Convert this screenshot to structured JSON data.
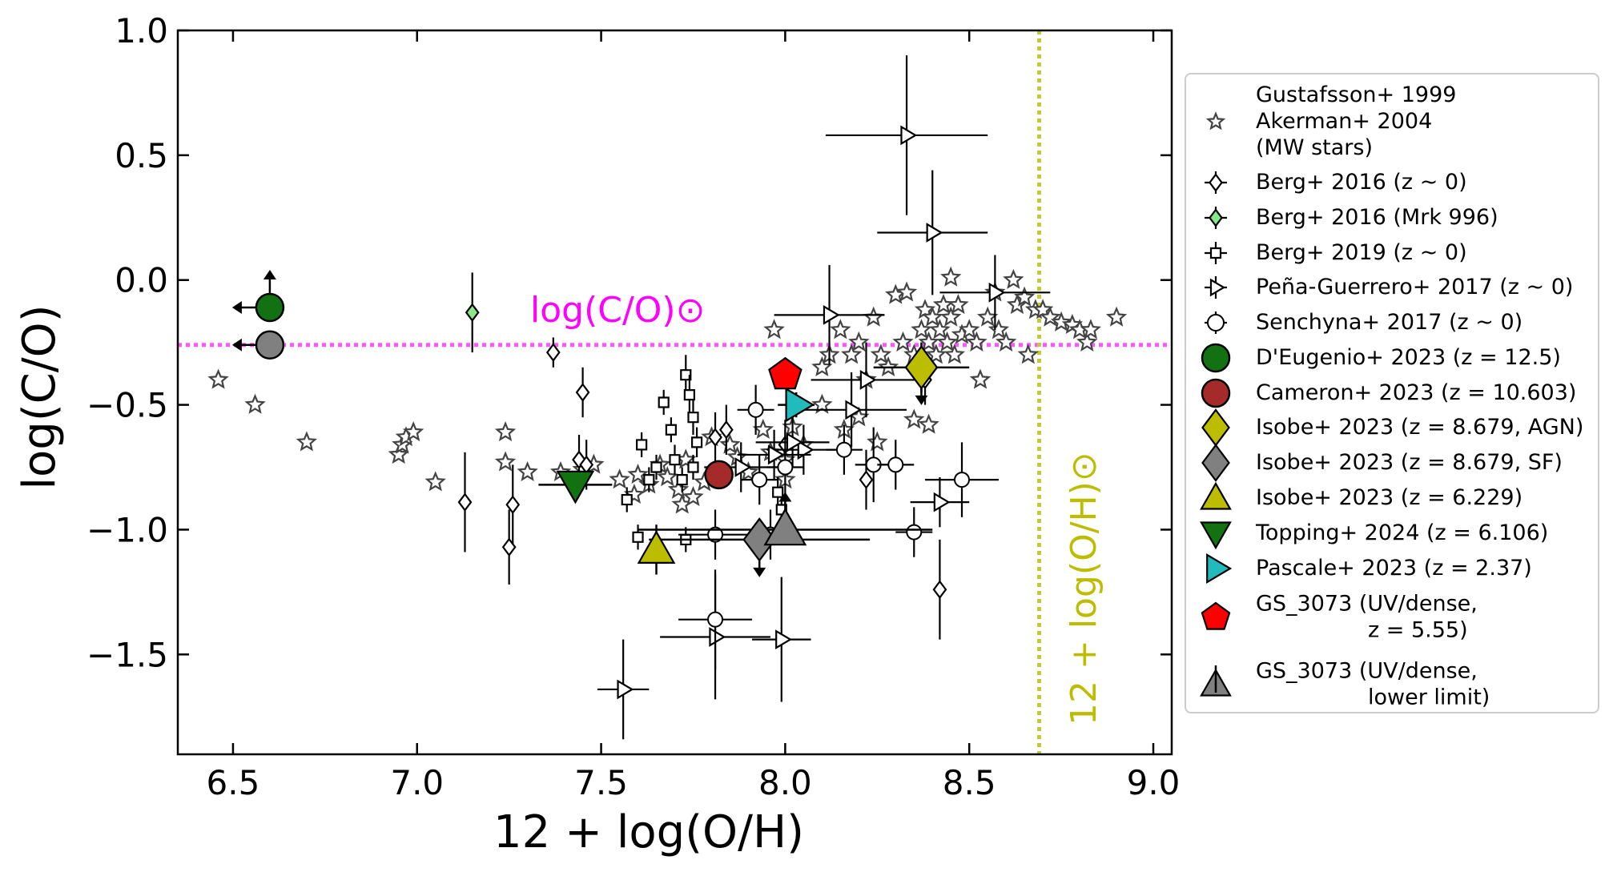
{
  "chart_data": {
    "type": "scatter",
    "xlabel": "12 + log(O/H)",
    "ylabel": "log(C/O)",
    "xlim": [
      6.35,
      9.05
    ],
    "ylim": [
      -1.9,
      1.0
    ],
    "xticks": [
      "6.5",
      "7.0",
      "7.5",
      "8.0",
      "8.5",
      "9.0"
    ],
    "xtick_values": [
      6.5,
      7.0,
      7.5,
      8.0,
      8.5,
      9.0
    ],
    "yticks": [
      "1.0",
      "0.5",
      "0.0",
      "−0.5",
      "−1.0",
      "−1.5"
    ],
    "ytick_values": [
      1.0,
      0.5,
      0.0,
      -0.5,
      -1.0,
      -1.5
    ],
    "grid": false,
    "legend_position": "outside-right",
    "reference_lines": [
      {
        "orientation": "horizontal",
        "value": -0.26,
        "label": "log(C/O)⊙",
        "color": "#ff55ff"
      },
      {
        "orientation": "vertical",
        "value": 8.69,
        "label": "12 + log(O/H)⊙",
        "color": "#c8c832"
      }
    ],
    "series": [
      {
        "name": "Gustafsson+ 1999 Akerman+ 2004 (MW stars)",
        "legend_lines": [
          "Gustafsson+ 1999",
          "Akerman+ 2004",
          "(MW stars)"
        ],
        "marker": "star",
        "fill": "#ffffff",
        "edge": "#444444",
        "points": [
          [
            6.46,
            -0.4
          ],
          [
            6.56,
            -0.5
          ],
          [
            6.7,
            -0.65
          ],
          [
            6.95,
            -0.7
          ],
          [
            6.96,
            -0.66
          ],
          [
            6.97,
            -0.63
          ],
          [
            6.99,
            -0.61
          ],
          [
            7.05,
            -0.81
          ],
          [
            7.24,
            -0.61
          ],
          [
            7.24,
            -0.73
          ],
          [
            7.3,
            -0.77
          ],
          [
            7.39,
            -0.77
          ],
          [
            7.45,
            -0.76
          ],
          [
            7.48,
            -0.74
          ],
          [
            7.55,
            -0.8
          ],
          [
            7.59,
            -0.86
          ],
          [
            7.6,
            -0.78
          ],
          [
            7.63,
            -0.82
          ],
          [
            7.66,
            -0.74
          ],
          [
            7.68,
            -0.79
          ],
          [
            7.71,
            -0.84
          ],
          [
            7.72,
            -0.9
          ],
          [
            7.73,
            -0.72
          ],
          [
            7.75,
            -0.87
          ],
          [
            7.78,
            -0.81
          ],
          [
            7.8,
            -0.63
          ],
          [
            7.85,
            -0.66
          ],
          [
            7.87,
            -0.71
          ],
          [
            7.9,
            -0.77
          ],
          [
            7.94,
            -0.6
          ],
          [
            7.96,
            -0.69
          ],
          [
            7.97,
            -0.2
          ],
          [
            8.0,
            -0.72
          ],
          [
            8.02,
            -0.59
          ],
          [
            8.05,
            -0.66
          ],
          [
            8.1,
            -0.5
          ],
          [
            8.1,
            -0.35
          ],
          [
            8.12,
            -0.3
          ],
          [
            8.15,
            -0.2
          ],
          [
            8.16,
            -0.6
          ],
          [
            8.18,
            -0.3
          ],
          [
            8.2,
            -0.25
          ],
          [
            8.22,
            -0.4
          ],
          [
            8.24,
            -0.15
          ],
          [
            8.26,
            -0.3
          ],
          [
            8.28,
            -0.35
          ],
          [
            8.3,
            -0.06
          ],
          [
            8.32,
            -0.25
          ],
          [
            8.33,
            -0.05
          ],
          [
            8.35,
            -0.3
          ],
          [
            8.37,
            -0.2
          ],
          [
            8.38,
            -0.12
          ],
          [
            8.39,
            -0.25
          ],
          [
            8.4,
            -0.15
          ],
          [
            8.41,
            -0.3
          ],
          [
            8.42,
            -0.2
          ],
          [
            8.43,
            -0.1
          ],
          [
            8.44,
            -0.25
          ],
          [
            8.45,
            -0.15
          ],
          [
            8.45,
            0.01
          ],
          [
            8.46,
            -0.3
          ],
          [
            8.47,
            -0.1
          ],
          [
            8.48,
            -0.22
          ],
          [
            8.5,
            -0.2
          ],
          [
            8.52,
            -0.25
          ],
          [
            8.53,
            -0.4
          ],
          [
            8.55,
            -0.15
          ],
          [
            8.57,
            -0.05
          ],
          [
            8.58,
            -0.2
          ],
          [
            8.6,
            -0.25
          ],
          [
            8.62,
            0.0
          ],
          [
            8.63,
            -0.1
          ],
          [
            8.65,
            -0.07
          ],
          [
            8.66,
            -0.3
          ],
          [
            8.68,
            -0.12
          ],
          [
            8.7,
            -0.12
          ],
          [
            8.72,
            -0.15
          ],
          [
            8.75,
            -0.17
          ],
          [
            8.78,
            -0.18
          ],
          [
            8.8,
            -0.2
          ],
          [
            8.82,
            -0.25
          ],
          [
            8.83,
            -0.2
          ],
          [
            8.9,
            -0.15
          ],
          [
            8.35,
            -0.56
          ],
          [
            8.39,
            -0.58
          ],
          [
            8.25,
            -0.65
          ],
          [
            8.2,
            -0.55
          ],
          [
            8.0,
            -0.8
          ]
        ]
      },
      {
        "name": "Berg+ 2016 (z ~ 0)",
        "legend_lines": [
          "Berg+ 2016 (z ~ 0)"
        ],
        "marker": "diamond",
        "fill": "#ffffff",
        "edge": "#000000",
        "points": [
          [
            7.13,
            -0.89,
            0.2
          ],
          [
            7.25,
            -1.07,
            0.15
          ],
          [
            7.26,
            -0.9,
            0.16
          ],
          [
            7.37,
            -0.29,
            0.06
          ],
          [
            7.44,
            -0.72,
            0.1
          ],
          [
            7.45,
            -0.45,
            0.1
          ],
          [
            7.46,
            -0.74,
            0.1
          ],
          [
            7.81,
            -0.63,
            0.1
          ],
          [
            7.84,
            -0.6,
            0.1
          ],
          [
            8.0,
            -0.66,
            0.1
          ],
          [
            8.22,
            -0.8,
            0.12
          ],
          [
            8.42,
            -1.24,
            0.2
          ],
          [
            8.38,
            -0.4,
            0.1
          ]
        ]
      },
      {
        "name": "Berg+ 2016 (Mrk 996)",
        "legend_lines": [
          "Berg+ 2016 (Mrk 996)"
        ],
        "marker": "diamond",
        "fill": "#88e888",
        "edge": "#000000",
        "points": [
          [
            7.15,
            -0.13,
            0.16
          ]
        ]
      },
      {
        "name": "Berg+ 2019 (z ~ 0)",
        "legend_lines": [
          "Berg+ 2019 (z ~ 0)"
        ],
        "marker": "square",
        "fill": "#ffffff",
        "edge": "#000000",
        "points": [
          [
            7.57,
            -0.88,
            0.05
          ],
          [
            7.6,
            -1.03,
            0.05
          ],
          [
            7.61,
            -0.66,
            0.05
          ],
          [
            7.63,
            -0.8,
            0.05
          ],
          [
            7.65,
            -0.75,
            0.05
          ],
          [
            7.67,
            -0.49,
            0.05
          ],
          [
            7.69,
            -0.6,
            0.05
          ],
          [
            7.7,
            -0.72,
            0.06
          ],
          [
            7.72,
            -0.8,
            0.05
          ],
          [
            7.73,
            -0.38,
            0.08
          ],
          [
            7.74,
            -0.46,
            0.08
          ],
          [
            7.75,
            -0.55,
            0.07
          ],
          [
            7.75,
            -0.75,
            0.05
          ],
          [
            7.76,
            -0.65,
            0.06
          ],
          [
            7.98,
            -0.85,
            0.06
          ],
          [
            7.99,
            -0.92,
            0.05
          ],
          [
            7.73,
            -1.04,
            0.05
          ]
        ]
      },
      {
        "name": "Peña-Guerrero+ 2017 (z ~ 0)",
        "legend_lines": [
          "Peña-Guerrero+ 2017 (z ~ 0)"
        ],
        "marker": "tri-right",
        "fill": "#ffffff",
        "edge": "#000000",
        "points": [
          [
            8.33,
            0.58,
            0.22,
            0.32
          ],
          [
            8.4,
            0.19,
            0.15,
            0.25
          ],
          [
            8.12,
            -0.14,
            0.15,
            0.2
          ],
          [
            8.57,
            -0.05,
            0.15,
            0.15
          ],
          [
            8.22,
            -0.4,
            0.15,
            0.15
          ],
          [
            8.18,
            -0.52,
            0.15,
            0.15
          ],
          [
            8.05,
            -0.68,
            0.1,
            0.1
          ],
          [
            8.02,
            -0.65,
            0.1,
            0.1
          ],
          [
            7.97,
            -0.7,
            0.1,
            0.1
          ],
          [
            7.88,
            -0.75,
            0.1,
            0.1
          ],
          [
            8.42,
            -0.89,
            0.08,
            0.1
          ],
          [
            7.81,
            -1.43,
            0.15,
            0.25
          ],
          [
            7.99,
            -1.44,
            0.08,
            0.25
          ],
          [
            7.56,
            -1.64,
            0.07,
            0.2
          ]
        ]
      },
      {
        "name": "Senchyna+ 2017 (z ~ 0)",
        "legend_lines": [
          "Senchyna+ 2017 (z ~ 0)"
        ],
        "marker": "circle",
        "fill": "#ffffff",
        "edge": "#000000",
        "points": [
          [
            7.81,
            -1.02,
            0.1,
            0.1
          ],
          [
            7.81,
            -1.36,
            0.1,
            0.2
          ],
          [
            7.92,
            -0.52,
            0.05,
            0.1
          ],
          [
            7.93,
            -0.8,
            0.05,
            0.1
          ],
          [
            8.0,
            -0.75,
            0.05,
            0.15
          ],
          [
            8.16,
            -0.68,
            0.05,
            0.1
          ],
          [
            8.24,
            -0.74,
            0.05,
            0.15
          ],
          [
            8.3,
            -0.74,
            0.05,
            0.1
          ],
          [
            8.35,
            -1.01,
            0.05,
            0.1
          ],
          [
            8.48,
            -0.8,
            0.1,
            0.15
          ],
          [
            7.96,
            -1.02,
            0.05,
            0.1
          ]
        ]
      },
      {
        "name": "D'Eugenio+ 2023 (z = 12.5)",
        "legend_lines": [
          "D'Eugenio+ 2023 (z = 12.5)"
        ],
        "marker": "big-circle",
        "fill": "#127212",
        "edge": "#000000",
        "points": [
          [
            6.6,
            -0.11
          ]
        ]
      },
      {
        "name": "Cameron+ 2023 (z = 10.603)",
        "legend_lines": [
          "Cameron+ 2023 (z = 10.603)"
        ],
        "marker": "big-circle",
        "fill": "#a52a2a",
        "edge": "#000000",
        "points": [
          [
            7.82,
            -0.78
          ]
        ]
      },
      {
        "name": "Isobe+ 2023 (z = 8.679, AGN)",
        "legend_lines": [
          "Isobe+ 2023 (z = 8.679, AGN)"
        ],
        "marker": "big-diamond",
        "fill": "#bdbd00",
        "edge": "#000000",
        "points": [
          [
            8.37,
            -0.35
          ]
        ]
      },
      {
        "name": "Isobe+ 2023 (z = 8.679, SF)",
        "legend_lines": [
          "Isobe+ 2023 (z = 8.679, SF)"
        ],
        "marker": "big-diamond",
        "fill": "#808080",
        "edge": "#000000",
        "points": [
          [
            7.93,
            -1.04
          ]
        ]
      },
      {
        "name": "Isobe+ 2023 (z = 6.229)",
        "legend_lines": [
          "Isobe+ 2023 (z = 6.229)"
        ],
        "marker": "big-triangle-up",
        "fill": "#bdbd00",
        "edge": "#000000",
        "points": [
          [
            7.65,
            -1.08
          ]
        ]
      },
      {
        "name": "Topping+ 2024 (z = 6.106)",
        "legend_lines": [
          "Topping+ 2024 (z = 6.106)"
        ],
        "marker": "big-triangle-down",
        "fill": "#127212",
        "edge": "#000000",
        "points": [
          [
            7.43,
            -0.82
          ]
        ]
      },
      {
        "name": "Pascale+ 2023 (z = 2.37)",
        "legend_lines": [
          "Pascale+ 2023 (z = 2.37)"
        ],
        "marker": "big-triangle-right",
        "fill": "#22bbbb",
        "edge": "#000000",
        "points": [
          [
            8.03,
            -0.5
          ]
        ]
      },
      {
        "name": "GS_3073 (UV/dense, z = 5.55)",
        "legend_lines": [
          "GS_3073 (UV/dense,",
          "z = 5.55)"
        ],
        "marker": "pentagon",
        "fill": "#ff0000",
        "edge": "#000000",
        "points": [
          [
            8.0,
            -0.38
          ]
        ]
      },
      {
        "name": "GS_3073 (UV/dense, lower limit)",
        "legend_lines": [
          "GS_3073 (UV/dense,",
          "lower limit)"
        ],
        "marker": "big-triangle-up",
        "fill": "#808080",
        "edge": "#000000",
        "points": [
          [
            8.0,
            -1.0
          ]
        ]
      }
    ],
    "limits": [
      {
        "x": 6.6,
        "y": -0.11,
        "direction": "left"
      },
      {
        "x": 6.6,
        "y": -0.11,
        "direction": "up"
      },
      {
        "x": 6.6,
        "y": -0.26,
        "direction": "left"
      },
      {
        "x": 8.37,
        "y": -0.35,
        "direction": "down"
      },
      {
        "x": 7.93,
        "y": -1.04,
        "direction": "down"
      },
      {
        "x": 8.0,
        "y": -1.0,
        "direction": "up"
      }
    ],
    "upper_limit_point": {
      "x": 6.6,
      "y": -0.26,
      "fill": "#808080"
    },
    "big_errorbars": [
      {
        "x": 7.43,
        "y": -0.82,
        "dx": 0.1,
        "dy": 0.0
      },
      {
        "x": 8.37,
        "y": -0.35,
        "dx": 0.13,
        "dy": 0.1
      },
      {
        "x": 7.93,
        "y": -1.04,
        "dx": 0.3,
        "dy": 0.0
      },
      {
        "x": 8.0,
        "y": -1.0,
        "dx": 0.4,
        "dy": 0.0
      },
      {
        "x": 8.03,
        "y": -0.5,
        "dx": 0.05,
        "dy": 0.05
      },
      {
        "x": 7.65,
        "y": -1.08,
        "dx": 0.0,
        "dy": 0.1
      }
    ]
  }
}
